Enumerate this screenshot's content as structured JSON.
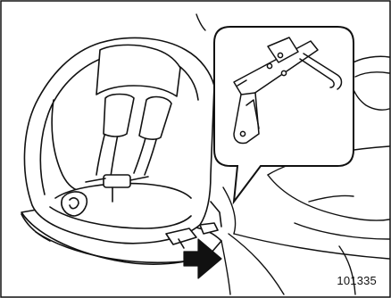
{
  "figure": {
    "number": "101335"
  },
  "colors": {
    "line": "#111111",
    "fill": "#ffffff",
    "arrow": "#111111"
  },
  "icons": {
    "callout": "magnifier-callout",
    "arrow": "direction-arrow"
  }
}
